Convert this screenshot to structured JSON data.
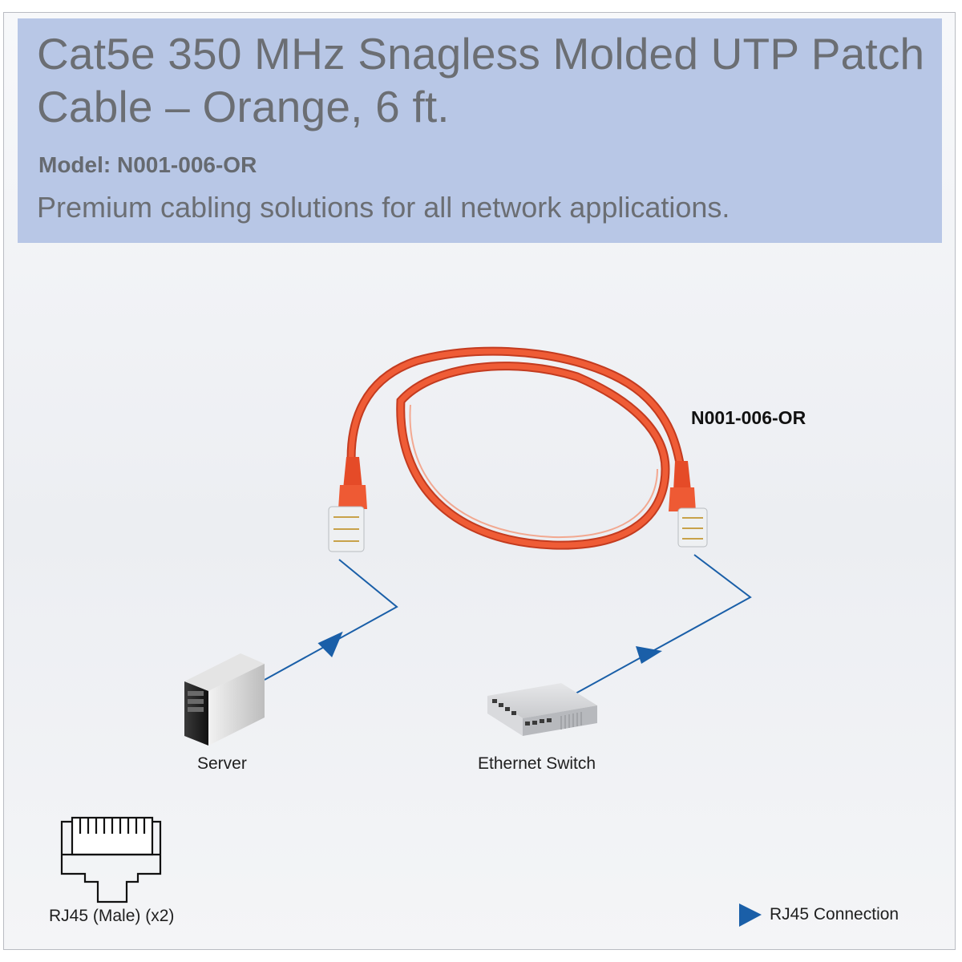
{
  "header": {
    "title": "Cat5e 350 MHz Snagless Molded UTP Patch Cable – Orange, 6 ft.",
    "model": "Model: N001-006-OR",
    "tagline": "Premium cabling solutions for all network applications."
  },
  "diagram": {
    "product_label": "N001-006-OR",
    "devices": [
      {
        "label": "Server",
        "icon": "server-icon"
      },
      {
        "label": "Ethernet Switch",
        "icon": "ethernet-switch-icon"
      }
    ],
    "connector_label": "RJ45 (Male) (x2)",
    "legend_label": "RJ45 Connection"
  },
  "colors": {
    "header_bg": "#b8c7e6",
    "title_text": "#6b6e73",
    "cable": "#e8502e",
    "connection_line": "#1a5fa8"
  }
}
